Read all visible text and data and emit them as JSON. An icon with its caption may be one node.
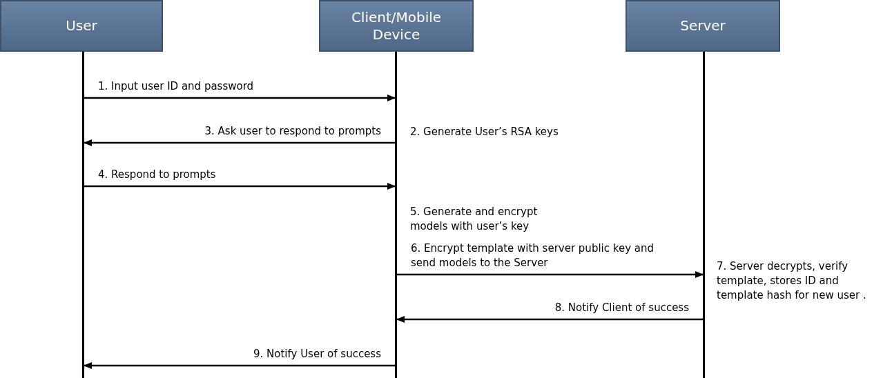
{
  "diagram": {
    "nodes": [
      {
        "text": [
          "User"
        ]
      },
      {
        "text": [
          "Client/Mobile Device"
        ]
      },
      {
        "text": [
          "Server"
        ]
      },
      {
        "text": [],
        "shape": "bar"
      },
      {
        "text": [],
        "shape": "bar"
      },
      {
        "text": [],
        "shape": "bar"
      }
    ],
    "edges": [
      {
        "from": 3,
        "to": 4,
        "arrow": "to",
        "label": "1. Input user ID and password"
      },
      {
        "from": 4,
        "to": 3,
        "arrow": "to",
        "label": "3. Ask user to respond to prompts"
      },
      {
        "from": 3,
        "to": 4,
        "arrow": "to",
        "label": "4. Respond to prompts"
      },
      {
        "from": 4,
        "to": 5,
        "arrow": "to",
        "label": "6. Encrypt template with server public key and send models to the Server"
      },
      {
        "from": 5,
        "to": 4,
        "arrow": "to",
        "label": "8. Notify Client of success"
      },
      {
        "from": 4,
        "to": 3,
        "arrow": "to",
        "label": "9. Notify User of success"
      }
    ],
    "labels": [
      "2. Generate User’s RSA keys",
      "5. Generate and encrypt models with user’s key",
      "7. Server decrypts, verify template, stores ID and template hash for new user ."
    ]
  }
}
